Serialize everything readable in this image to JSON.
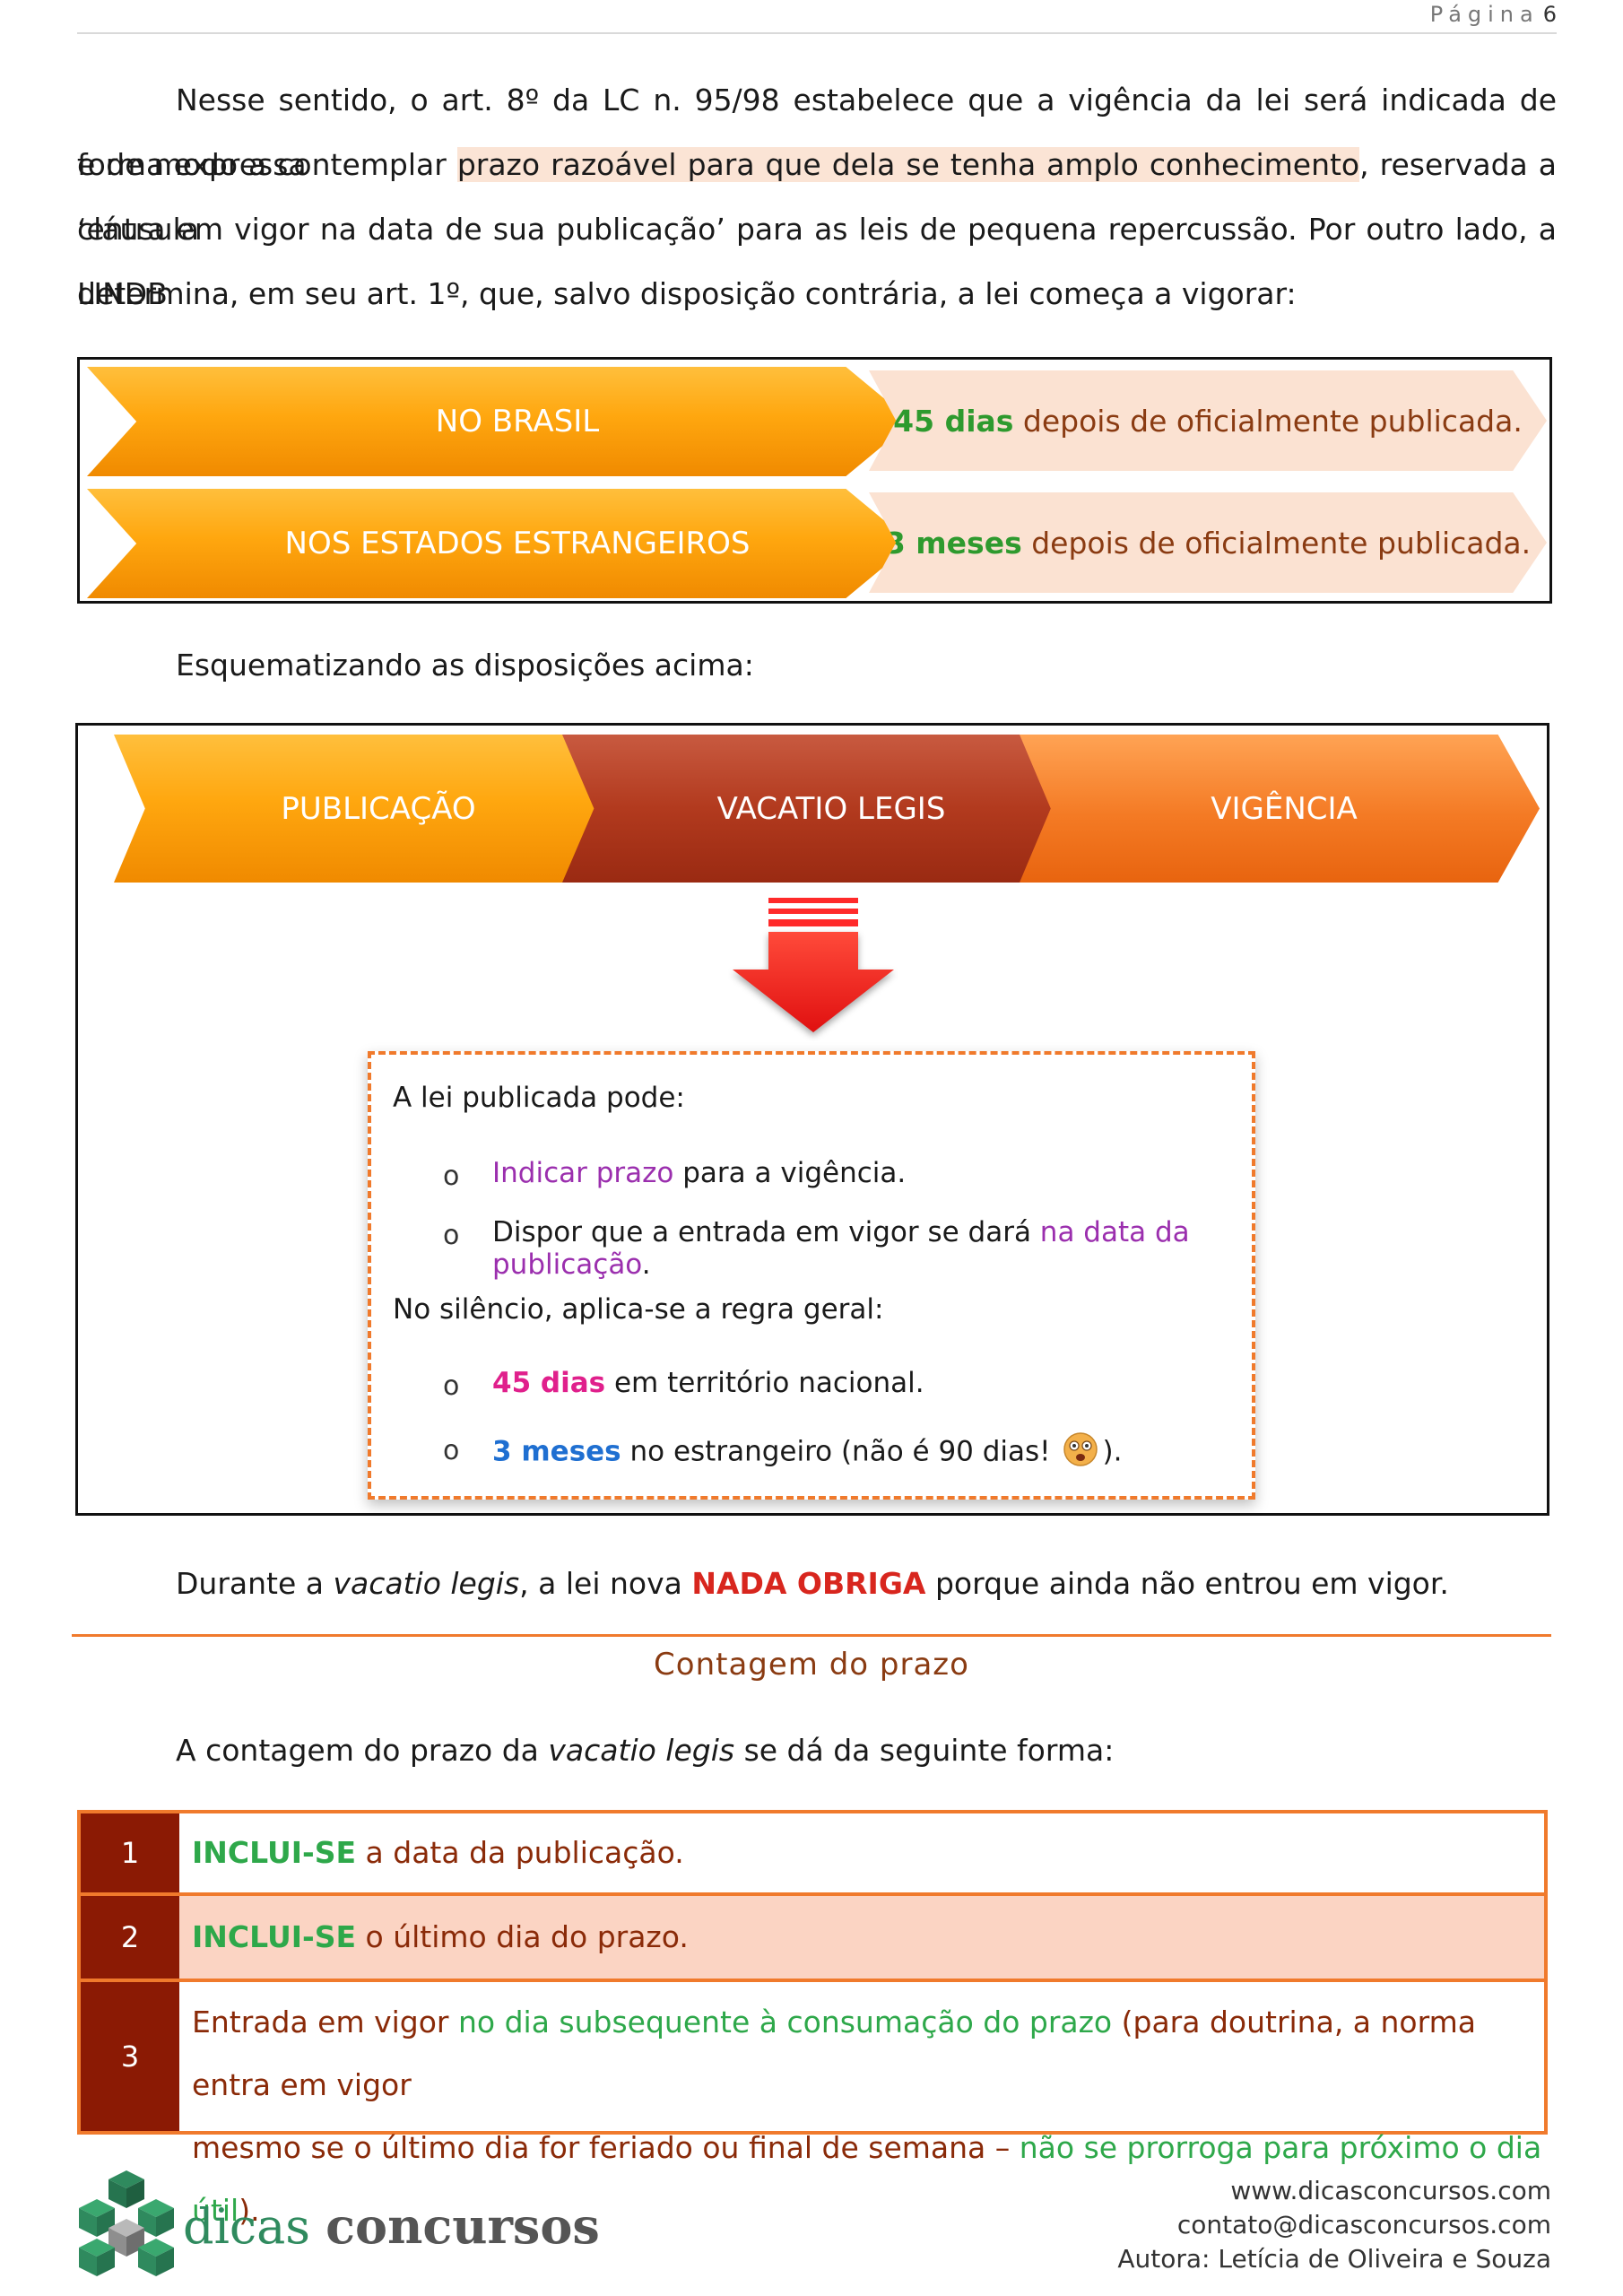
{
  "header": {
    "page_label": "Página",
    "page_number": "6"
  },
  "intro": {
    "p1_a": "Nesse sentido, o art. 8º da LC n. 95/98 estabelece que a vigência da lei será indicada de forma expressa",
    "p1_b_pre": "e de modo a contemplar ",
    "p1_b_highlight": "prazo razoável para que dela se tenha amplo conhecimento",
    "p1_b_post": ", reservada a cláusula",
    "p1_c": "‘entra em vigor na data de sua publicação’ para as leis de pequena repercussão. Por outro lado, a LINDB",
    "p1_d": "determina, em seu art. 1º, que, salvo disposição contrária, a lei começa a vigorar:"
  },
  "rule_box": {
    "row1_label": "NO BRASIL",
    "row1_value_bold": "45 dias",
    "row1_value_rest": " depois de oficialmente publicada.",
    "row2_label": "NOS ESTADOS ESTRANGEIROS",
    "row2_value_bold": "3 meses",
    "row2_value_rest": " depois de oficialmente publicada."
  },
  "schema_intro": "Esquematizando as disposições acima:",
  "flow": {
    "step1": "PUBLICAÇÃO",
    "step2": "VACATIO LEGIS",
    "step3": "VIGÊNCIA"
  },
  "note_box": {
    "title": "A lei publicada pode:",
    "bullet_symbol": "o",
    "item1_colored": "Indicar prazo",
    "item1_rest": " para a vigência.",
    "item2_pre": "Dispor que a entrada em vigor se dará ",
    "item2_colored": "na data da publicação",
    "item2_post": ".",
    "silence": "No silêncio, aplica-se a regra geral:",
    "item3_bold": "45 dias",
    "item3_rest": " em território nacional.",
    "item4_bold": "3 meses",
    "item4_rest": " no estrangeiro (não é 90 dias!",
    "item4_end": ")."
  },
  "vacatio_line": {
    "pre": "Durante a ",
    "italic": "vacatio legis",
    "mid": ", a lei nova ",
    "bold": "NADA OBRIGA",
    "post": " porque ainda não entrou em vigor."
  },
  "section_title": "Contagem do prazo",
  "count_intro": {
    "pre": "A contagem do prazo da ",
    "italic": "vacatio legis",
    "post": " se dá da seguinte forma:"
  },
  "count_table": [
    {
      "num": "1",
      "bold": "INCLUI-SE",
      "text": " a data da publicação."
    },
    {
      "num": "2",
      "bold": "INCLUI-SE",
      "text": " o último dia do prazo."
    },
    {
      "num": "3",
      "l1_a": "Entrada em vigor ",
      "l1_green": "no dia subsequente à consumação do prazo",
      "l1_b": " (para doutrina, a norma entra em vigor",
      "l2_a": "mesmo se o último dia for feriado ou final de semana – ",
      "l2_green": "não se prorroga para próximo o dia útil",
      "l2_b": ")."
    }
  ],
  "footer": {
    "brand_a": "dicas",
    "brand_b": "concursos",
    "site": "www.dicasconcursos.com",
    "email": "contato@dicasconcursos.com",
    "author": "Autora: Letícia de Oliveira e Souza"
  },
  "colors": {
    "orange": "#ffa70f",
    "dark_red": "#8b1a04",
    "accent_orange": "#f07a2c",
    "peach": "#fbe2d2",
    "green": "#2ea84a",
    "purple": "#9b2fae",
    "red_arrow": "#ff1a1a"
  }
}
